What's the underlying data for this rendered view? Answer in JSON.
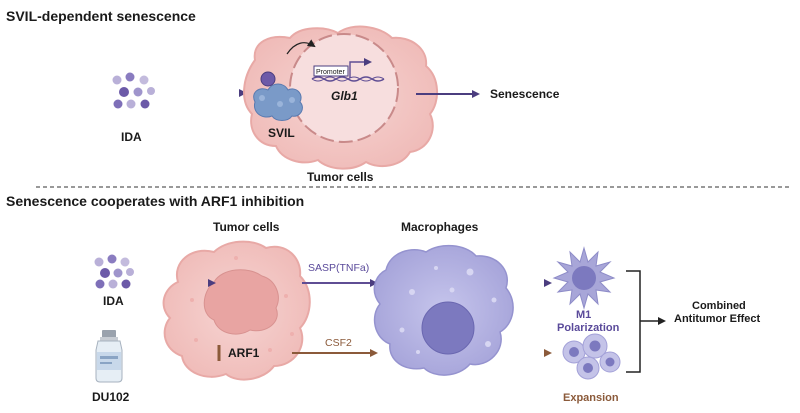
{
  "top_panel": {
    "title": "SVIL-dependent senescence",
    "drug_label": "IDA",
    "protein_label": "SVIL",
    "promoter_label": "Promoter",
    "gene_label": "Glb1",
    "cell_label": "Tumor cells",
    "outcome_label": "Senescence"
  },
  "bottom_panel": {
    "title": "Senescence cooperates with ARF1 inhibition",
    "tumor_header": "Tumor cells",
    "macrophage_header": "Macrophages",
    "drug1_label": "IDA",
    "drug2_label": "DU102",
    "target_label": "ARF1",
    "signal1_label": "SASP(TNFa)",
    "signal2_label": "CSF2",
    "m1_label_line1": "M1",
    "m1_label_line2": "Polarization",
    "expansion_label": "Expansion",
    "result_line1": "Combined",
    "result_line2": "Antitumor Effect"
  },
  "colors": {
    "tumor_cell": "#f3c9c7",
    "tumor_outline": "#e7a6a3",
    "macrophage": "#b7b6e3",
    "purple_arrow": "#5f4d94",
    "brown_arrow": "#8b5a3a",
    "polarization_text": "#5a4a9a",
    "expansion_text": "#8b5a3a"
  }
}
